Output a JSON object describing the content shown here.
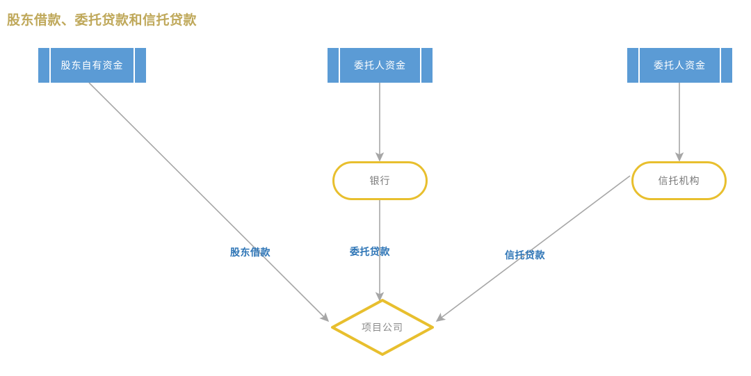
{
  "title": "股东借款、委托贷款和信托贷款",
  "colors": {
    "title": "#bfa85a",
    "source_box_fill": "#5b9bd5",
    "source_box_text": "#ffffff",
    "node_border": "#e8bf2e",
    "node_fill": "#ffffff",
    "node_text": "#7a7a7a",
    "edge_label": "#2e75b6",
    "connector": "#a6a6a6",
    "background": "#ffffff"
  },
  "nodes": {
    "source_shareholder": {
      "label": "股东自有资金",
      "shape": "process-box"
    },
    "source_entrust_bank": {
      "label": "委托人资金",
      "shape": "process-box"
    },
    "source_entrust_trust": {
      "label": "委托人资金",
      "shape": "process-box"
    },
    "bank": {
      "label": "银行",
      "shape": "stadium"
    },
    "trust_institution": {
      "label": "信托机构",
      "shape": "stadium"
    },
    "project_company": {
      "label": "项目公司",
      "shape": "diamond"
    }
  },
  "edges": {
    "shareholder_loan": {
      "label": "股东借款",
      "from": "source_shareholder",
      "to": "project_company"
    },
    "entrusted_loan_to_bank": {
      "label": "",
      "from": "source_entrust_bank",
      "to": "bank"
    },
    "entrusted_loan": {
      "label": "委托贷款",
      "from": "bank",
      "to": "project_company"
    },
    "trust_funds_to_trust": {
      "label": "",
      "from": "source_entrust_trust",
      "to": "trust_institution"
    },
    "trust_loan": {
      "label": "信托贷款",
      "from": "trust_institution",
      "to": "project_company"
    }
  }
}
